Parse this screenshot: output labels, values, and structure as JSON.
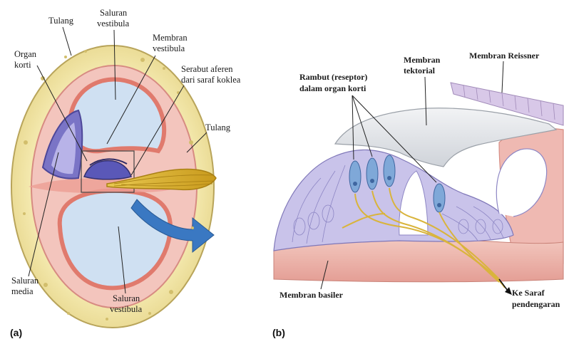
{
  "panel_a": {
    "tag": "(a)",
    "labels": {
      "tulang_top": "Tulang",
      "saluran_vestibula_top_1": "Saluran",
      "saluran_vestibula_top_2": "vestibula",
      "membran_vestibula_1": "Membran",
      "membran_vestibula_2": "vestibula",
      "organ_korti_1": "Organ",
      "organ_korti_2": "korti",
      "serabut_1": "Serabut aferen",
      "serabut_2": "dari saraf koklea",
      "tulang_right": "Tulang",
      "saluran_media_1": "Saluran",
      "saluran_media_2": "media",
      "saluran_vestibula_bottom_1": "Saluran",
      "saluran_vestibula_bottom_2": "vestibula"
    }
  },
  "panel_b": {
    "tag": "(b)",
    "labels": {
      "membran_tektorial_1": "Membran",
      "membran_tektorial_2": "tektorial",
      "membran_reissner": "Membran Reissner",
      "rambut_1": "Rambut (reseptor)",
      "rambut_2": "dalam organ korti",
      "membran_basiler": "Membran basiler",
      "ke_saraf_1": "Ke Saraf",
      "ke_saraf_2": "pendengaran"
    }
  },
  "colors": {
    "bone": "#f0e6a8",
    "fluid": "#cfe0f2",
    "membrane_pink": "#e9a6a0",
    "nerve": "#d9b43c",
    "arrow": "#3a78c2",
    "cell_purple": "#c9c3ea",
    "hair_blue": "#7fa8d8",
    "tectorial": "#e4e6ea"
  }
}
